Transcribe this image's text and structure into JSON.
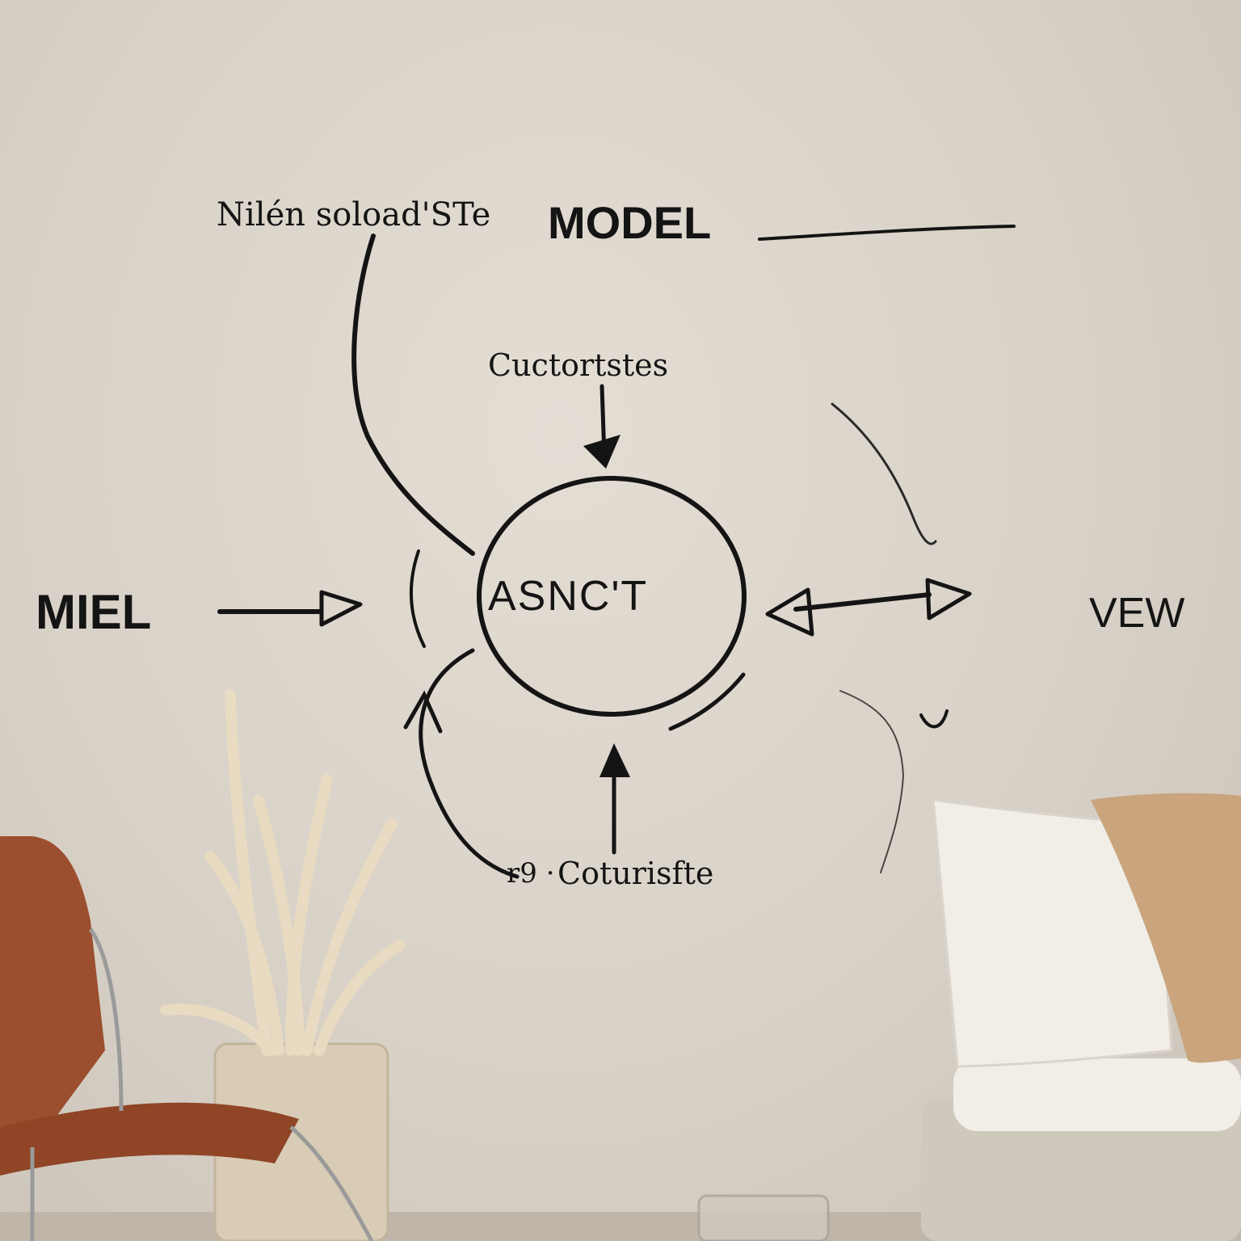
{
  "diagram": {
    "center": "ASNC'T",
    "top_left_note": "Nilén soload'STe",
    "model": "MODEL",
    "top_mid": "Cuctortstes",
    "left": "MIEL",
    "right": "VEW",
    "bottom": "Coturisfte",
    "bottom_prefix": "r9 ·"
  },
  "colors": {
    "ink": "#141414",
    "wall": "#d9d2c8",
    "chair_leather": "#9c4f2e",
    "pillow_white": "#f1eee8",
    "pillow_tan": "#c9a47c"
  }
}
